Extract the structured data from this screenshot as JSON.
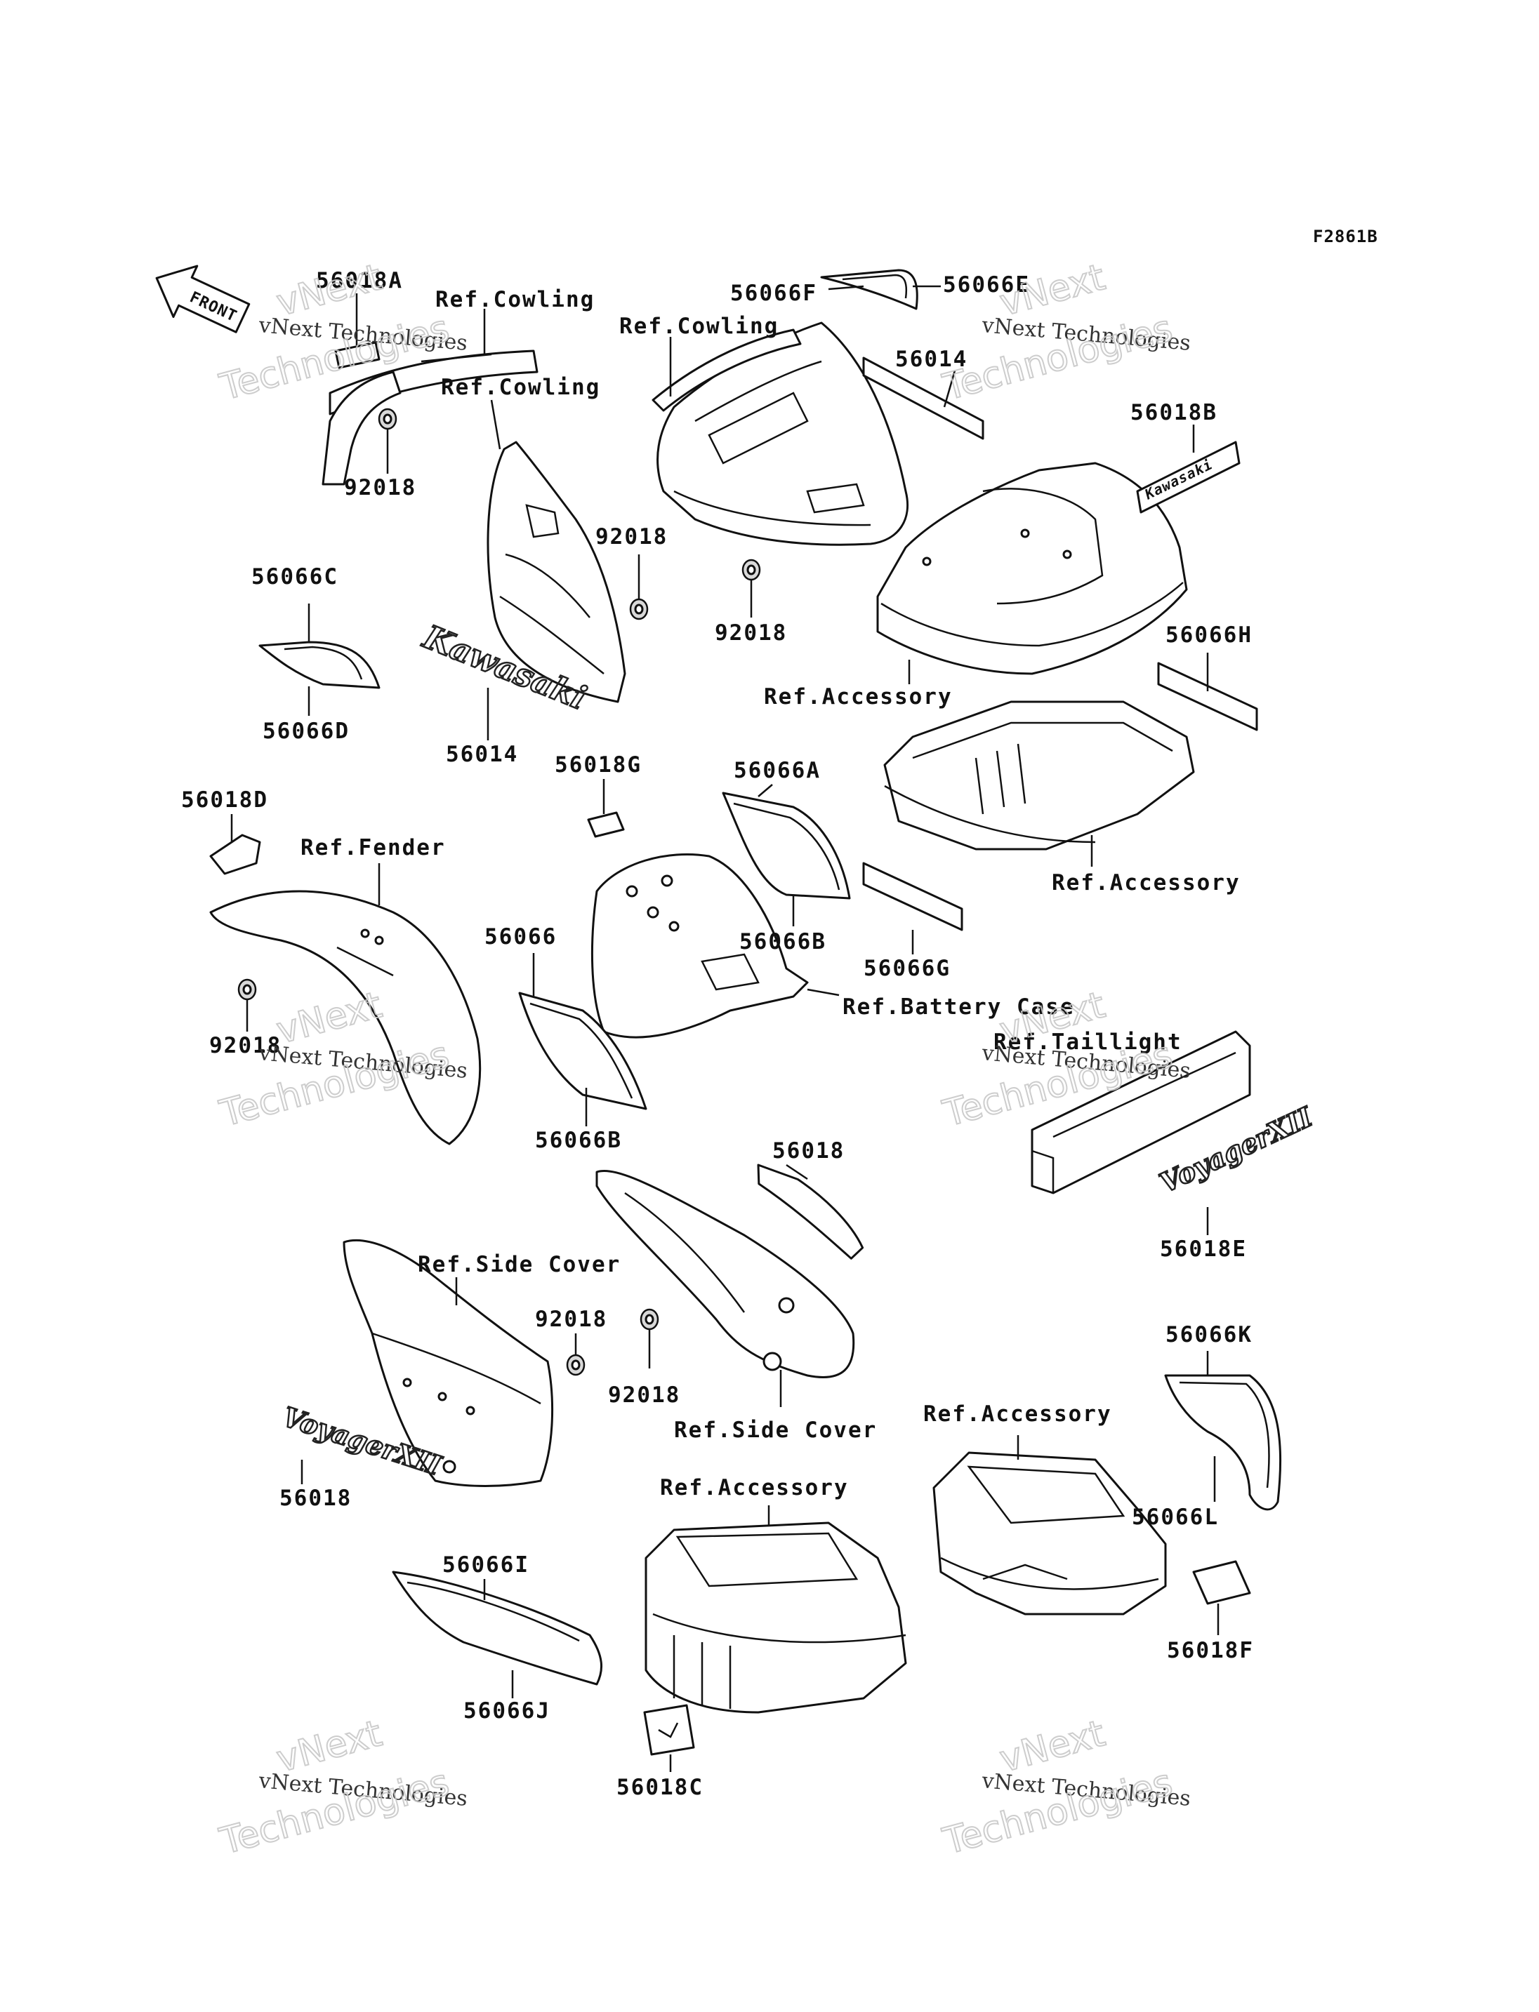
{
  "diagram_code": "F2861B",
  "front_arrow_label": "FRONT",
  "brand_marks": {
    "kawasaki_emblem": "Kawasaki",
    "voyager_emblem": "VoyagerXII"
  },
  "callouts": [
    {
      "id": "c01",
      "text": "56018A"
    },
    {
      "id": "c02",
      "text": "Ref.Cowling"
    },
    {
      "id": "c03",
      "text": "Ref.Cowling"
    },
    {
      "id": "c04",
      "text": "Ref.Cowling"
    },
    {
      "id": "c05",
      "text": "56066F"
    },
    {
      "id": "c06",
      "text": "56066E"
    },
    {
      "id": "c07",
      "text": "56014"
    },
    {
      "id": "c08",
      "text": "56018B"
    },
    {
      "id": "c09",
      "text": "92018"
    },
    {
      "id": "c10",
      "text": "92018"
    },
    {
      "id": "c11",
      "text": "92018"
    },
    {
      "id": "c12",
      "text": "56066C"
    },
    {
      "id": "c13",
      "text": "56066D"
    },
    {
      "id": "c14",
      "text": "56014"
    },
    {
      "id": "c15",
      "text": "Ref.Accessory"
    },
    {
      "id": "c16",
      "text": "56066H"
    },
    {
      "id": "c17",
      "text": "56018G"
    },
    {
      "id": "c18",
      "text": "56066A"
    },
    {
      "id": "c19",
      "text": "56018D"
    },
    {
      "id": "c20",
      "text": "Ref.Fender"
    },
    {
      "id": "c21",
      "text": "Ref.Accessory"
    },
    {
      "id": "c22",
      "text": "56066"
    },
    {
      "id": "c23",
      "text": "56066B"
    },
    {
      "id": "c24",
      "text": "56066G"
    },
    {
      "id": "c25",
      "text": "92018"
    },
    {
      "id": "c26",
      "text": "Ref.Battery Case"
    },
    {
      "id": "c27",
      "text": "Ref.Taillight"
    },
    {
      "id": "c28",
      "text": "56066B"
    },
    {
      "id": "c29",
      "text": "56018"
    },
    {
      "id": "c30",
      "text": "56018E"
    },
    {
      "id": "c31",
      "text": "Ref.Side Cover"
    },
    {
      "id": "c32",
      "text": "92018"
    },
    {
      "id": "c33",
      "text": "92018"
    },
    {
      "id": "c34",
      "text": "Ref.Side Cover"
    },
    {
      "id": "c35",
      "text": "56066K"
    },
    {
      "id": "c36",
      "text": "Ref.Accessory"
    },
    {
      "id": "c37",
      "text": "56018"
    },
    {
      "id": "c38",
      "text": "Ref.Accessory"
    },
    {
      "id": "c39",
      "text": "56066L"
    },
    {
      "id": "c40",
      "text": "56066I"
    },
    {
      "id": "c41",
      "text": "56066J"
    },
    {
      "id": "c42",
      "text": "56018F"
    },
    {
      "id": "c43",
      "text": "56018C"
    }
  ],
  "watermark": {
    "line1": "vNext Technologies",
    "line2": "vNext",
    "line3": "Technologies"
  }
}
